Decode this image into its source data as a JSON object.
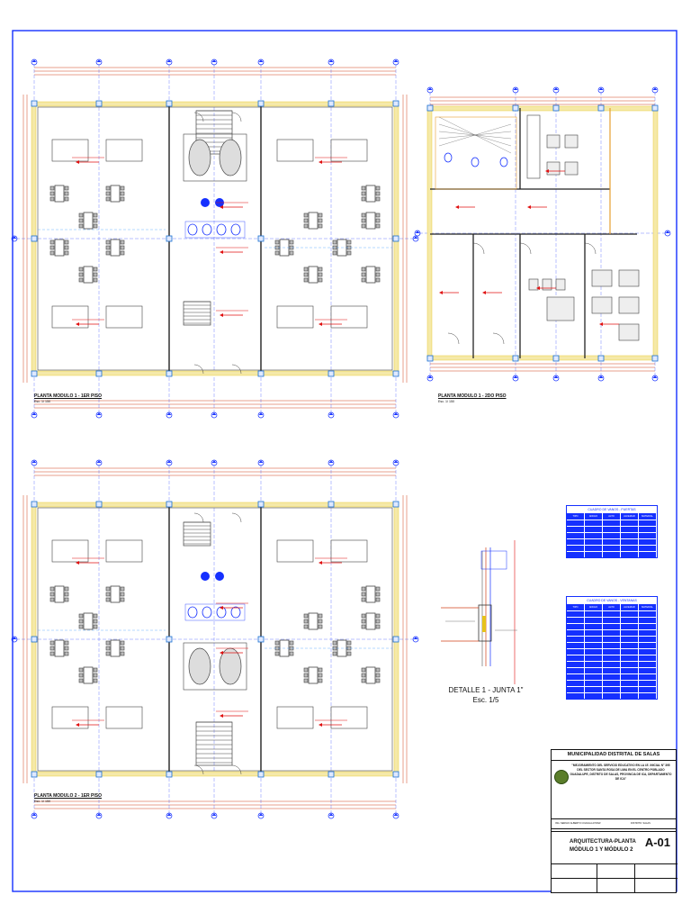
{
  "plans": [
    {
      "title": "PLANTA MODULO 1 - 1ER PISO",
      "scale": "Esc. 1/ 150"
    },
    {
      "title": "PLANTA MODULO 1 - 2DO PISO",
      "scale": "Esc. 1/ 150"
    },
    {
      "title": "PLANTA MODULO 2 - 1ER PISO",
      "scale": "Esc. 1/ 150"
    }
  ],
  "detail": {
    "title": "DETALLE 1 - JUNTA 1\"",
    "scale": "Esc. 1/5"
  },
  "tables": [
    {
      "caption": "CUADRO DE VANOS - PUERTAS",
      "headers": [
        "TIPO",
        "ANCHO",
        "ALTO",
        "ALFEIZAR",
        "MATERIAL"
      ],
      "rows": 6
    },
    {
      "caption": "CUADRO DE VANOS - VENTANAS",
      "headers": [
        "TIPO",
        "ANCHO",
        "ALTO",
        "ALFEIZAR",
        "MATERIAL"
      ],
      "rows": 14
    }
  ],
  "title_block": {
    "municipality": "MUNICIPALIDAD DISTRITAL DE SALAS",
    "project": "\"MEJORAMIENTO DEL SERVICIO EDUCATIVO EN LA I.E. INICIAL N° 395 DEL SECTOR SANTA ROSA DE LIMA EN EL CENTRO POBLADO GUADALUPE, DISTRITO DE SALAS, PROVINCIA DE ICA, DEPARTAMENTO DE ICA\"",
    "engineer": "ING. SERGIO ALBERTO COAGILA AYMAR",
    "location": "DISTRITO: SALAS",
    "sheet_title_1": "ARQUITECTURA-PLANTA",
    "sheet_title_2": "MÓDULO 1 Y MÓDULO 2",
    "sheet_number": "A-01"
  },
  "colors": {
    "frame": "#1530ff",
    "wall": "#222222",
    "dimension": "#d0401a",
    "axis": "#1530ff",
    "hatch": "#e6c21a",
    "furniture": "#444444",
    "note_red": "#e01010",
    "fixture_blue": "#1530ff"
  }
}
